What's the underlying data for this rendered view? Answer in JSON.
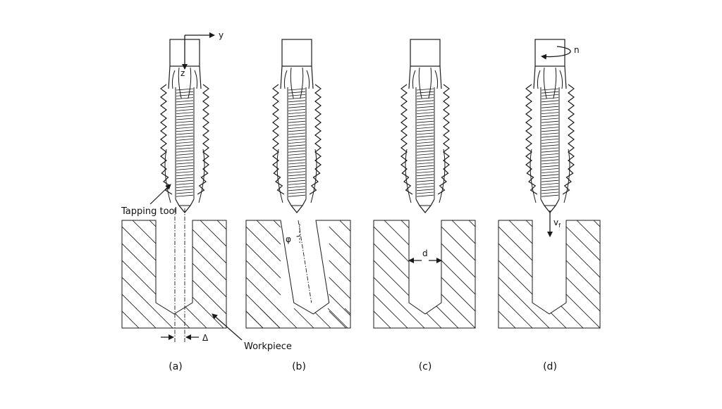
{
  "labels": {
    "tapping_tool": "Tapping tool",
    "workpiece": "Workpiece",
    "axis_y": "y",
    "axis_z": "z",
    "offset_delta": "Δ",
    "angle_phi": "φ",
    "diameter_d": "d",
    "rotation_n": "n",
    "feed_v": "v",
    "feed_sub": "f"
  },
  "captions": [
    "(a)",
    "(b)",
    "(c)",
    "(d)"
  ],
  "colors": {
    "line": "#1a1a1a",
    "background": "#ffffff"
  }
}
